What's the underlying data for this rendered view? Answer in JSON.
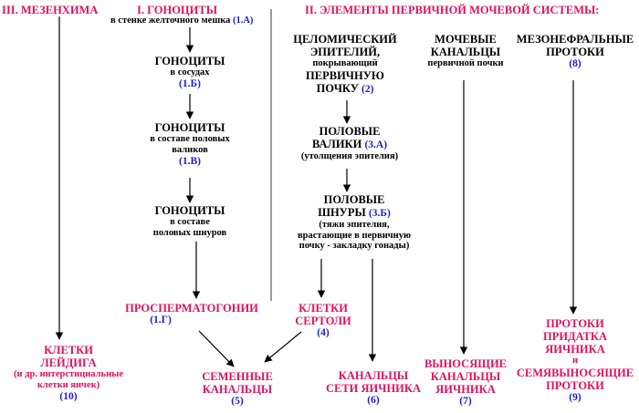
{
  "headers": {
    "mesenchyme": "III. МЕЗЕНХИМА",
    "gonocytes": "I. ГОНОЦИТЫ",
    "primary_urinary": "II. ЭЛЕМЕНТЫ ПЕРВИЧНОЙ МОЧЕВОЙ СИСТЕМЫ:"
  },
  "gonocytes": {
    "g1_desc": "в стенке желточного мешка",
    "g1_code": "(1.А)",
    "g2_title": "ГОНОЦИТЫ",
    "g2_desc": "в сосудах",
    "g2_code": "(1.Б)",
    "g3_title": "ГОНОЦИТЫ",
    "g3_desc_1": "в составе половых",
    "g3_desc_2": "валиков",
    "g3_code": "(1.В)",
    "g4_title": "ГОНОЦИТЫ",
    "g4_desc_1": "в составе",
    "g4_desc_2": "половых шнуров",
    "prosperm_title": "ПРОСПЕРМАТОГОНИИ",
    "prosperm_code": "(1.Г)"
  },
  "primary": {
    "epi_l1": "ЦЕЛОМИЧЕСКИЙ",
    "epi_l2": "ЭПИТЕЛИЙ,",
    "epi_l3": "покрывающий",
    "epi_l4": "ПЕРВИЧНУЮ",
    "epi_l5": "ПОЧКУ",
    "epi_code": "(2)",
    "ridges_l1": "ПОЛОВЫЕ",
    "ridges_l2": "ВАЛИКИ",
    "ridges_code": "(3.А)",
    "ridges_desc": "(утолщения эпителия)",
    "cords_l1": "ПОЛОВЫЕ",
    "cords_l2": "ШНУРЫ",
    "cords_code": "(3.Б)",
    "cords_desc_1": "(тяжи эпителия,",
    "cords_desc_2": "врастающие в первичную",
    "cords_desc_3": "почку - закладку гонады)",
    "tubules_l1": "МОЧЕВЫЕ",
    "tubules_l2": "КАНАЛЬЦЫ",
    "tubules_l3": "первичной почки",
    "ducts_l1": "МЕЗОНЕФРАЛЬНЫЕ",
    "ducts_l2": "ПРОТОКИ",
    "ducts_code": "(8)"
  },
  "results": {
    "sertoli_l1": "КЛЕТКИ",
    "sertoli_l2": "СЕРТОЛИ",
    "sertoli_code": "(4)",
    "leydig_l1": "КЛЕТКИ",
    "leydig_l2": "ЛЕЙДИГА",
    "leydig_l3": "(и др. интерстициальные",
    "leydig_l4": "клетки яичек)",
    "leydig_code": "(10)",
    "seminal_l1": "СЕМЕННЫЕ",
    "seminal_l2": "КАНАЛЬЦЫ",
    "seminal_code": "(5)",
    "rete_l1": "КАНАЛЬЦЫ",
    "rete_l2": "СЕТИ ЯИЧНИКА",
    "rete_code": "(6)",
    "efferent_l1": "ВЫНОСЯЩИЕ",
    "efferent_l2": "КАНАЛЬЦЫ",
    "efferent_l3": "ЯИЧНИКА",
    "efferent_code": "(7)",
    "ducts_l1": "ПРОТОКИ",
    "ducts_l2": "ПРИДАТКА",
    "ducts_l3": "ЯИЧНИКА",
    "ducts_l4": "и",
    "ducts_l5": "СЕМЯВЫНОСЯЩИЕ",
    "ducts_l6": "ПРОТОКИ",
    "ducts_code": "(9)"
  }
}
